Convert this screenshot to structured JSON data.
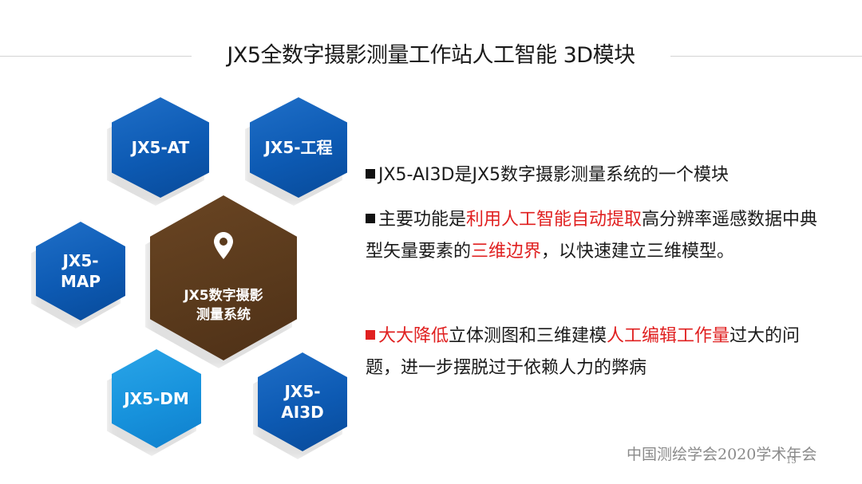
{
  "slide": {
    "title": "JX5全数字摄影测量工作站人工智能 3D模块",
    "page_number": "15",
    "footer": "中国测绘学会2020学术年会"
  },
  "diagram": {
    "center": {
      "label": "JX5数字摄影\n测量系统",
      "icon": "map-pin-icon",
      "color": "#5a3a1c"
    },
    "modules": [
      {
        "label": "JX5-AT",
        "color": "#0d5ab3"
      },
      {
        "label": "JX5-工程",
        "color": "#0d5ab3"
      },
      {
        "label": "JX5-\nMAP",
        "color": "#0d5ab3"
      },
      {
        "label": "JX5-DM",
        "color": "#1792dc"
      },
      {
        "label": "JX5-\nAI3D",
        "color": "#0d5ab3"
      }
    ]
  },
  "bullets": [
    {
      "marker_color": "#111111",
      "segments": [
        {
          "text": "JX5-AI3D是JX5数字摄影测量系统的一个模块",
          "highlight": false
        }
      ]
    },
    {
      "marker_color": "#111111",
      "segments": [
        {
          "text": "主要功能是",
          "highlight": false
        },
        {
          "text": "利用人工智能自动提取",
          "highlight": true
        },
        {
          "text": "高分辨率遥感数据中典型矢量要素的",
          "highlight": false
        },
        {
          "text": "三维边界",
          "highlight": true
        },
        {
          "text": "，以快速建立三维模型。",
          "highlight": false
        }
      ]
    },
    {
      "marker_color": "#e02020",
      "segments": [
        {
          "text": "大大降低",
          "highlight": true
        },
        {
          "text": "立体测图和三维建模",
          "highlight": false
        },
        {
          "text": "人工编辑工作量",
          "highlight": true
        },
        {
          "text": "过大的问题，进一步摆脱过于依赖人力的弊病",
          "highlight": false
        }
      ]
    }
  ],
  "colors": {
    "highlight": "#e02020",
    "module_blue": "#0d5ab3",
    "module_light_blue": "#1792dc",
    "center_brown": "#5a3a1c"
  }
}
